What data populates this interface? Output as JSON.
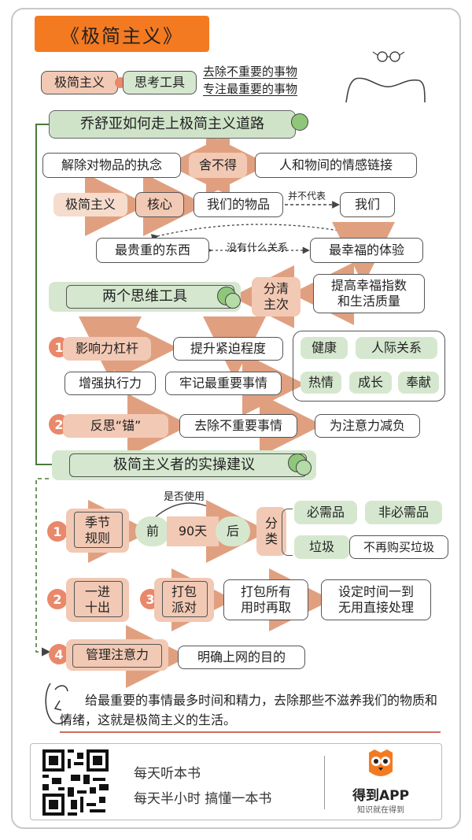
{
  "title": "《极简主义》",
  "intro": {
    "term": "极简主义",
    "tool": "思考工具",
    "line1": "去除不重要的事物",
    "line2": "专注最重要的事物"
  },
  "section1": {
    "heading": "乔舒亚如何走上极简主义道路",
    "row1": {
      "left": "解除对物品的执念",
      "mid": "舍不得",
      "right": "人和物间的情感链接"
    },
    "row2": {
      "a": "极简主义",
      "b": "核心",
      "c": "我们的物品",
      "arrow": "并不代表",
      "d": "我们"
    },
    "row3": {
      "left": "最贵重的东西",
      "mid": "没有什么关系",
      "right": "最幸福的体验"
    },
    "row4": {
      "tools": "两个思维工具",
      "sort": "分清\n主次",
      "improve": "提高幸福指数\n和生活质量"
    },
    "lever": {
      "num": "1",
      "label": "影响力杠杆",
      "enhance": "增强执行力",
      "urgency": "提升紧迫程度",
      "remember": "牢记最重要事情",
      "items": [
        "健康",
        "人际关系",
        "热情",
        "成长",
        "奉献"
      ]
    },
    "anchor": {
      "num": "2",
      "label": "反思“锚”",
      "remove": "去除不重要事情",
      "reduce": "为注意力减负"
    }
  },
  "section2": {
    "heading": "极简主义者的实操建议",
    "season": {
      "num": "1",
      "label": "季节\n规则",
      "question": "是否使用",
      "before": "前",
      "days": "90天",
      "after": "后",
      "classify": "分\n类",
      "need": "必需品",
      "noneed": "非必需品",
      "trash": "垃圾",
      "nobuy": "不再购买垃圾"
    },
    "inout": {
      "num": "2",
      "label": "一进\n十出"
    },
    "pack": {
      "num": "3",
      "label": "打包\n派对",
      "step1": "打包所有\n用时再取",
      "step2": "设定时间一到\n无用直接处理"
    },
    "attention": {
      "num": "4",
      "label": "管理注意力",
      "goal": "明确上网的目的"
    }
  },
  "summary": "给最重要的事情最多时间和精力，去除那些不滋养我们的物质和情绪，这就是极简主义的生活。",
  "footer": {
    "line1": "每天听本书",
    "line2": "每天半小时 搞懂一本书",
    "brand": "得到APP",
    "slogan": "知识就在得到"
  },
  "colors": {
    "orange": "#f47a22",
    "pink": "#f2c9b4",
    "green": "#d5e8cf",
    "darkgreen": "#4a7a3a",
    "red": "#c0392b"
  }
}
